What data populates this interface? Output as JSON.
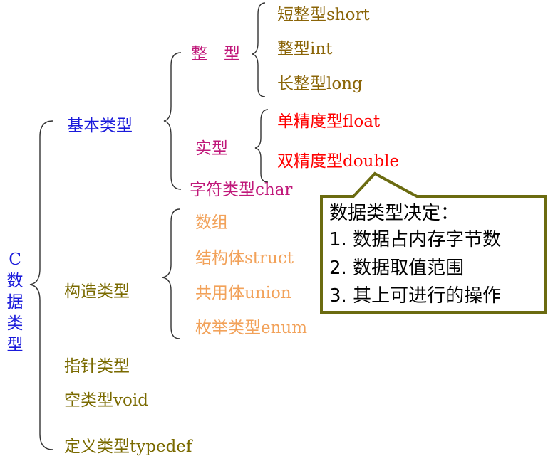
{
  "root": {
    "label": "C\n数\n据\n类\n型"
  },
  "level1": {
    "basic": "基本类型",
    "constructed": "构造类型",
    "pointer": "指针类型",
    "void": "空类型void",
    "typedef": "定义类型typedef"
  },
  "basic_types": {
    "integer": "整　型",
    "real": "实型",
    "char": "字符类型char"
  },
  "integer_types": {
    "short": "短整型short",
    "int": "整型int",
    "long": "长整型long"
  },
  "real_types": {
    "float": "单精度型float",
    "double": "双精度型double"
  },
  "constructed_types": {
    "array": "数组",
    "struct": "结构体struct",
    "union": "共用体union",
    "enum": "枚举类型enum"
  },
  "callout": {
    "title": "数据类型决定：",
    "items": [
      "1. 数据占内存字节数",
      "2. 数据取值范围",
      "3. 其上可进行的操作"
    ]
  },
  "colors": {
    "root": "#1a1adb",
    "basic": "#1a1adb",
    "level1_other": "#7a6a00",
    "basic_children": "#c0187a",
    "integer_children": "#8b6508",
    "real_children": "#ff0000",
    "constructed_children": "#f2a25a",
    "callout_border": "#6b6b10",
    "callout_fill": "#ffffff"
  }
}
